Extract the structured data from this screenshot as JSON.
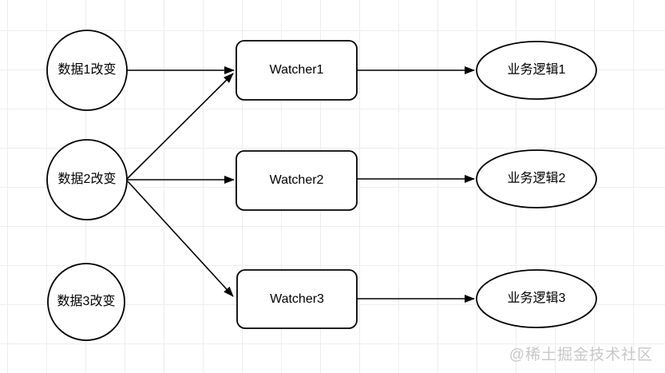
{
  "page": {
    "background_color": "#ffffff",
    "grid_color": "#ededed",
    "shape_stroke_color": "#000000",
    "shape_fill_color": "#ffffff",
    "text_color": "#000000"
  },
  "diagram": {
    "nodes": {
      "data1": {
        "shape": "circle",
        "label": "数据1改变"
      },
      "data2": {
        "shape": "circle",
        "label": "数据2改变"
      },
      "data3": {
        "shape": "circle",
        "label": "数据3改变"
      },
      "watcher1": {
        "shape": "rounded-rect",
        "label": "Watcher1"
      },
      "watcher2": {
        "shape": "rounded-rect",
        "label": "Watcher2"
      },
      "watcher3": {
        "shape": "rounded-rect",
        "label": "Watcher3"
      },
      "logic1": {
        "shape": "ellipse",
        "label": "业务逻辑1"
      },
      "logic2": {
        "shape": "ellipse",
        "label": "业务逻辑2"
      },
      "logic3": {
        "shape": "ellipse",
        "label": "业务逻辑3"
      }
    },
    "edges": [
      {
        "from": "数据1改变",
        "to": "Watcher1"
      },
      {
        "from": "数据2改变",
        "to": "Watcher1"
      },
      {
        "from": "数据2改变",
        "to": "Watcher2"
      },
      {
        "from": "数据2改变",
        "to": "Watcher3"
      },
      {
        "from": "Watcher1",
        "to": "业务逻辑1"
      },
      {
        "from": "Watcher2",
        "to": "业务逻辑2"
      },
      {
        "from": "Watcher3",
        "to": "业务逻辑3"
      }
    ]
  },
  "watermark": {
    "text": "@稀土掘金技术社区",
    "color": "#c7c7c7"
  }
}
